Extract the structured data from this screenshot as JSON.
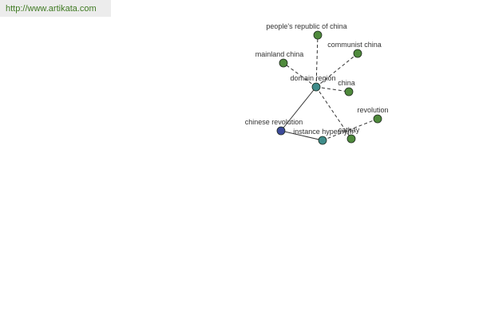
{
  "watermark": {
    "text": "http://www.artikata.com"
  },
  "colors": {
    "node_green": "#4f8a3c",
    "node_teal": "#3f8c8a",
    "node_blue": "#3c4a9a",
    "edge": "#333333"
  },
  "graph": {
    "nodes": [
      {
        "id": "prc",
        "label": "people's republic of china",
        "kind": "green"
      },
      {
        "id": "communist",
        "label": "communist china",
        "kind": "green"
      },
      {
        "id": "mainland",
        "label": "mainland china",
        "kind": "green"
      },
      {
        "id": "domain",
        "label": "domain region",
        "kind": "teal"
      },
      {
        "id": "china",
        "label": "china",
        "kind": "green"
      },
      {
        "id": "revolution",
        "label": "revolution",
        "kind": "green"
      },
      {
        "id": "chinese_rev",
        "label": "chinese revolution",
        "kind": "blue"
      },
      {
        "id": "instance",
        "label": "instance hypernym",
        "kind": "teal"
      },
      {
        "id": "cathay",
        "label": "cathay",
        "kind": "green"
      }
    ],
    "edges": [
      {
        "from": "domain",
        "to": "prc",
        "style": "dashed"
      },
      {
        "from": "domain",
        "to": "communist",
        "style": "dashed"
      },
      {
        "from": "domain",
        "to": "mainland",
        "style": "dashed"
      },
      {
        "from": "domain",
        "to": "china",
        "style": "dashed"
      },
      {
        "from": "domain",
        "to": "cathay",
        "style": "dashed"
      },
      {
        "from": "domain",
        "to": "chinese_rev",
        "style": "solid"
      },
      {
        "from": "chinese_rev",
        "to": "instance",
        "style": "solid"
      },
      {
        "from": "instance",
        "to": "revolution",
        "style": "dashed"
      }
    ]
  }
}
